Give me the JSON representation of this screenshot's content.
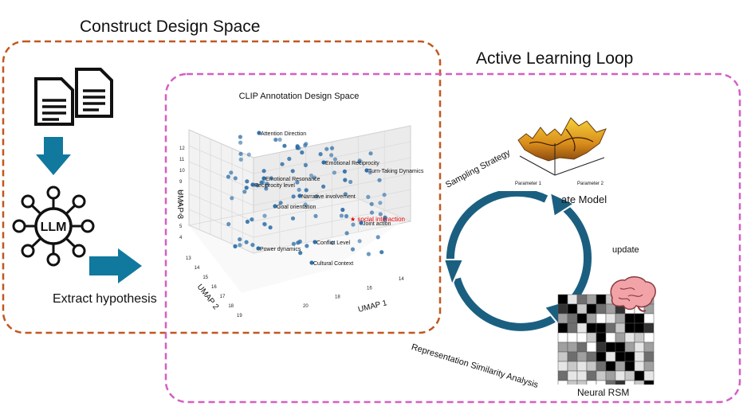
{
  "titles": {
    "construct": "Construct Design Space",
    "active_loop": "Active Learning Loop"
  },
  "labels": {
    "extract": "Extract hypothesis",
    "sampling": "Sampling Strategy",
    "surrogate": "ate Model",
    "update": "update",
    "rsa": "Representation Similarity Analysis",
    "neural_rsm": "Neural RSM",
    "param1": "Parameter 1",
    "param2": "Parameter 2",
    "llm": "LLM"
  },
  "chart_data": {
    "type": "scatter",
    "title": "CLIP Annotation Design Space",
    "xlabel": "UMAP 1",
    "ylabel": "UMAP 2",
    "zlabel": "UMAP 3",
    "x_ticks": [
      "20",
      "18",
      "16",
      "14"
    ],
    "y_ticks": [
      "13",
      "14",
      "15",
      "16",
      "17",
      "18",
      "19"
    ],
    "z_ticks": [
      "4",
      "5",
      "6",
      "7",
      "8",
      "9",
      "10",
      "11",
      "12"
    ],
    "annotations": [
      "Attention Direction",
      "Emotional Reciprocity",
      "Turn-Taking Dynamics",
      "Emotional Resonance",
      "Reciprocity level",
      "Narrative involvement",
      "Goal orientation",
      "Joint action",
      "Conflict Level",
      "Power dynamics",
      "Cultural Context"
    ],
    "highlight": "social interaction",
    "grid": true,
    "point_color": "#2f6fa8",
    "highlight_color": "#e00000"
  },
  "colors": {
    "construct_box": "#c0581f",
    "loop_box": "#d45fc4",
    "arrow": "#11789e",
    "cycle": "#1b5f80"
  }
}
